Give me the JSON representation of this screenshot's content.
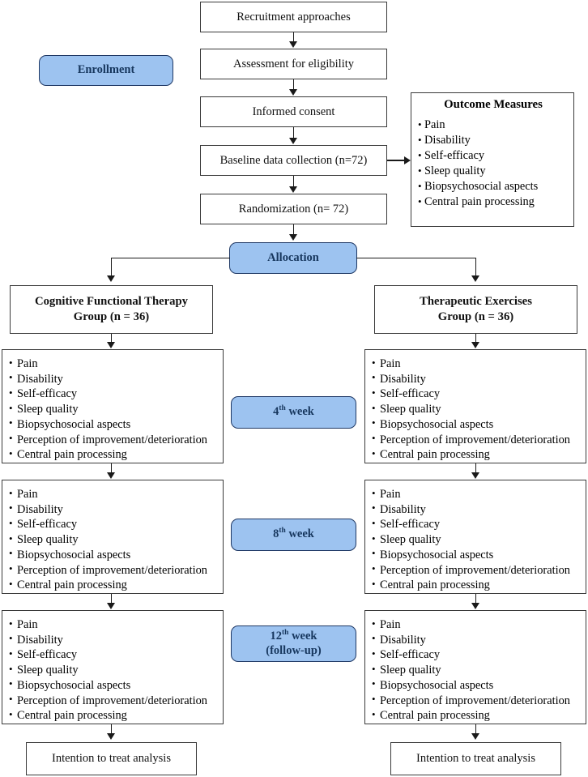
{
  "diagram": {
    "title": "CONSORT-style participant flow diagram",
    "colors": {
      "badge_fill": "#9dc3f0",
      "badge_border": "#1f3864",
      "badge_text": "#17375e",
      "box_border": "#3a3a3a",
      "connector": "#1a1a1a",
      "background": "#ffffff"
    }
  },
  "enrollment_badge": {
    "label": "Enrollment"
  },
  "allocation_badge": {
    "label": "Allocation"
  },
  "flow_boxes": [
    {
      "id": "recruitment",
      "label": "Recruitment approaches"
    },
    {
      "id": "eligibility",
      "label": "Assessment for eligibility"
    },
    {
      "id": "consent",
      "label": "Informed consent"
    },
    {
      "id": "baseline",
      "label": "Baseline data collection (n=72)"
    },
    {
      "id": "randomization",
      "label": "Randomization (n= 72)"
    }
  ],
  "outcome_measures": {
    "title": "Outcome Measures",
    "items": [
      "Pain",
      "Disability",
      "Self-efficacy",
      "Sleep quality",
      "Biopsychosocial aspects",
      "Central pain processing"
    ]
  },
  "groups": {
    "left": {
      "header_line1": "Cognitive Functional Therapy",
      "header_line2": "Group (n = 36)",
      "final": "Intention to treat analysis"
    },
    "right": {
      "header_line1": "Therapeutic Exercises",
      "header_line2": "Group (n = 36)",
      "final": "Intention to treat analysis"
    }
  },
  "assessment_items": [
    "Pain",
    "Disability",
    "Self-efficacy",
    "Sleep quality",
    "Biopsychosocial aspects",
    "Perception of improvement/deterioration",
    "Central pain processing"
  ],
  "timepoints": [
    {
      "id": "week4",
      "number": "4",
      "ordinal": "th",
      "unit": "week",
      "sub": ""
    },
    {
      "id": "week8",
      "number": "8",
      "ordinal": "th",
      "unit": "week",
      "sub": ""
    },
    {
      "id": "week12",
      "number": "12",
      "ordinal": "th",
      "unit": "week",
      "sub": "(follow-up)"
    }
  ]
}
